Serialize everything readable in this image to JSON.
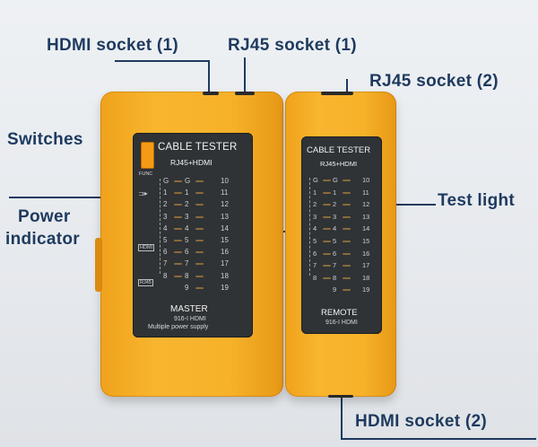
{
  "callouts": {
    "hdmi_socket_1": "HDMI socket (1)",
    "rj45_socket_1": "RJ45 socket (1)",
    "rj45_socket_2": "RJ45 socket (2)",
    "switches": "Switches",
    "power_indicator_line1": "Power",
    "power_indicator_line2": "indicator",
    "test_light": "Test light",
    "hdmi_socket_2": "HDMI socket (2)"
  },
  "master": {
    "title": "CABLE TESTER",
    "subtitle": "RJ45+HDMI",
    "func_label": "FUNC",
    "hdmi_tag": "HDMI",
    "rj45_tag": "RJ45",
    "name": "MASTER",
    "model": "916-I HDMI",
    "note": "Multiple power supply",
    "left_pins": [
      "G",
      "1",
      "2",
      "3",
      "4",
      "5",
      "6",
      "7",
      "8"
    ],
    "mid_pins": [
      "G",
      "1",
      "2",
      "3",
      "4",
      "5",
      "6",
      "7",
      "8",
      "9"
    ],
    "right_pins": [
      "10",
      "11",
      "12",
      "13",
      "14",
      "15",
      "16",
      "17",
      "18",
      "19"
    ]
  },
  "remote": {
    "title": "CABLE TESTER",
    "subtitle": "RJ45+HDMI",
    "name": "REMOTE",
    "model": "916-I HDMI",
    "left_pins": [
      "G",
      "1",
      "2",
      "3",
      "4",
      "5",
      "6",
      "7",
      "8"
    ],
    "mid_pins": [
      "G",
      "1",
      "2",
      "3",
      "4",
      "5",
      "6",
      "7",
      "8",
      "9"
    ],
    "right_pins": [
      "10",
      "11",
      "12",
      "13",
      "14",
      "15",
      "16",
      "17",
      "18",
      "19"
    ]
  }
}
